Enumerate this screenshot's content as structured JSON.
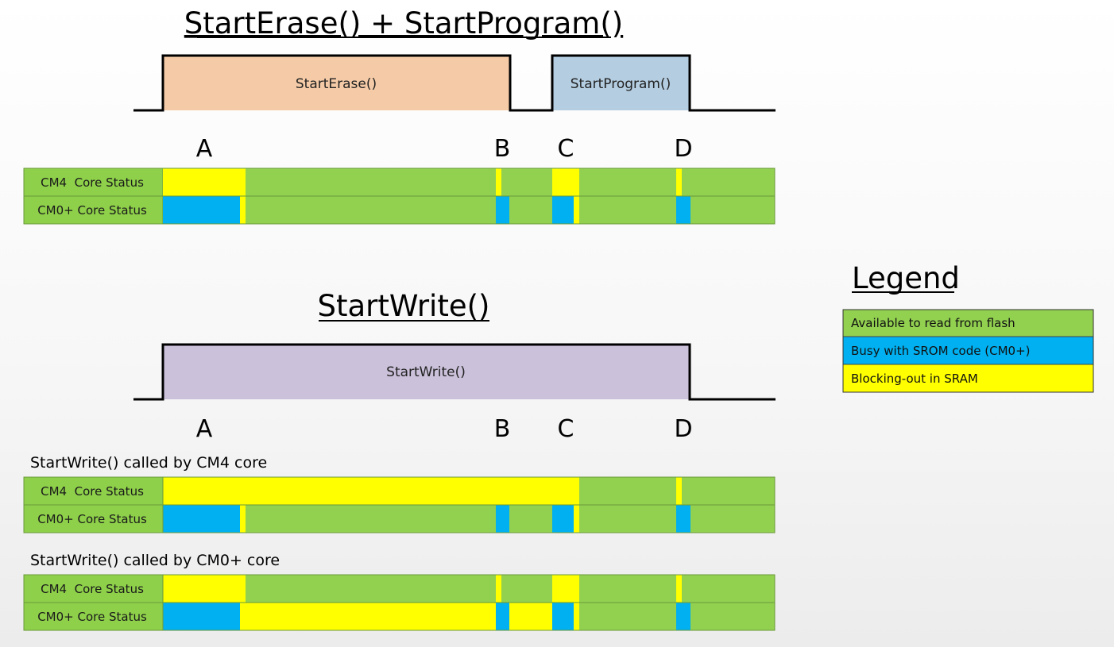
{
  "section1": {
    "title": "StartErase() + StartProgram()",
    "pulses": [
      {
        "label": "StartErase()",
        "color": "#f5cba7"
      },
      {
        "label": "StartProgram()",
        "color": "#b4cde1"
      }
    ],
    "markers": [
      "A",
      "B",
      "C",
      "D"
    ],
    "rows": [
      {
        "label": "CM4  Core Status",
        "busy": "yellow"
      },
      {
        "label": "CM0+ Core Status",
        "busy": "blue"
      }
    ]
  },
  "section2": {
    "title": "StartWrite()",
    "pulse": {
      "label": "StartWrite()",
      "color": "#cbc1da"
    },
    "markers": [
      "A",
      "B",
      "C",
      "D"
    ],
    "caption_cm4": "StartWrite() called by CM4 core",
    "caption_cm0": "StartWrite() called by CM0+ core",
    "rows_cm4": [
      {
        "label": "CM4  Core Status"
      },
      {
        "label": "CM0+ Core Status"
      }
    ],
    "rows_cm0": [
      {
        "label": "CM4  Core Status"
      },
      {
        "label": "CM0+ Core Status"
      }
    ]
  },
  "legend": {
    "title": "Legend",
    "items": [
      {
        "label": "Available to read from flash",
        "color": "#92d050"
      },
      {
        "label": "Busy with SROM code (CM0+)",
        "color": "#00b0f0"
      },
      {
        "label": "Blocking-out in SRAM",
        "color": "#ffff00"
      }
    ]
  },
  "colors": {
    "green": "#92d050",
    "blue": "#00b0f0",
    "yellow": "#ffff00",
    "label_bg": "#8ed04a",
    "line": "#000000"
  }
}
